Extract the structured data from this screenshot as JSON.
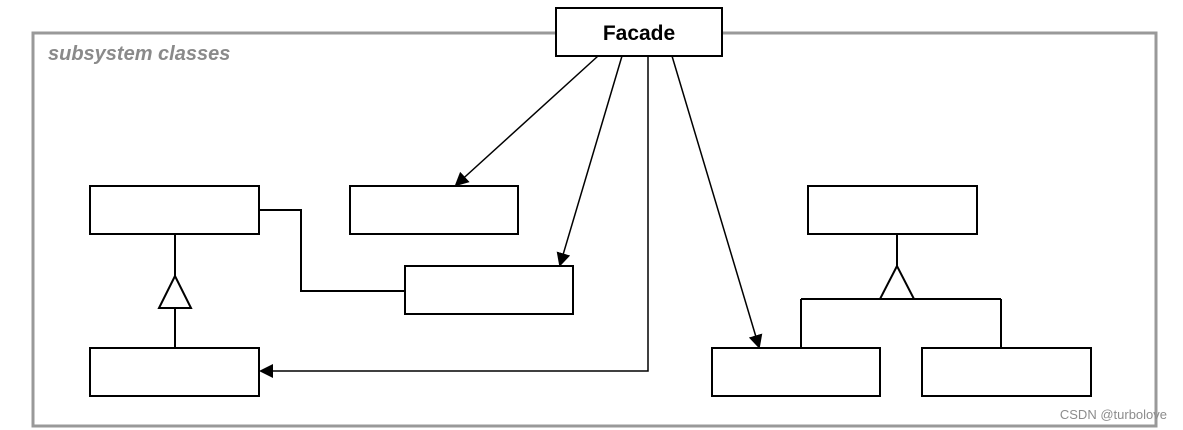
{
  "diagram": {
    "facade_label": "Facade",
    "subsystem_label": "subsystem classes",
    "watermark": "CSDN @turbolove"
  },
  "colors": {
    "frame": "#999999",
    "line": "#000000",
    "subsystem_text": "#8a8a8a",
    "watermark": "#8c8c8c"
  }
}
